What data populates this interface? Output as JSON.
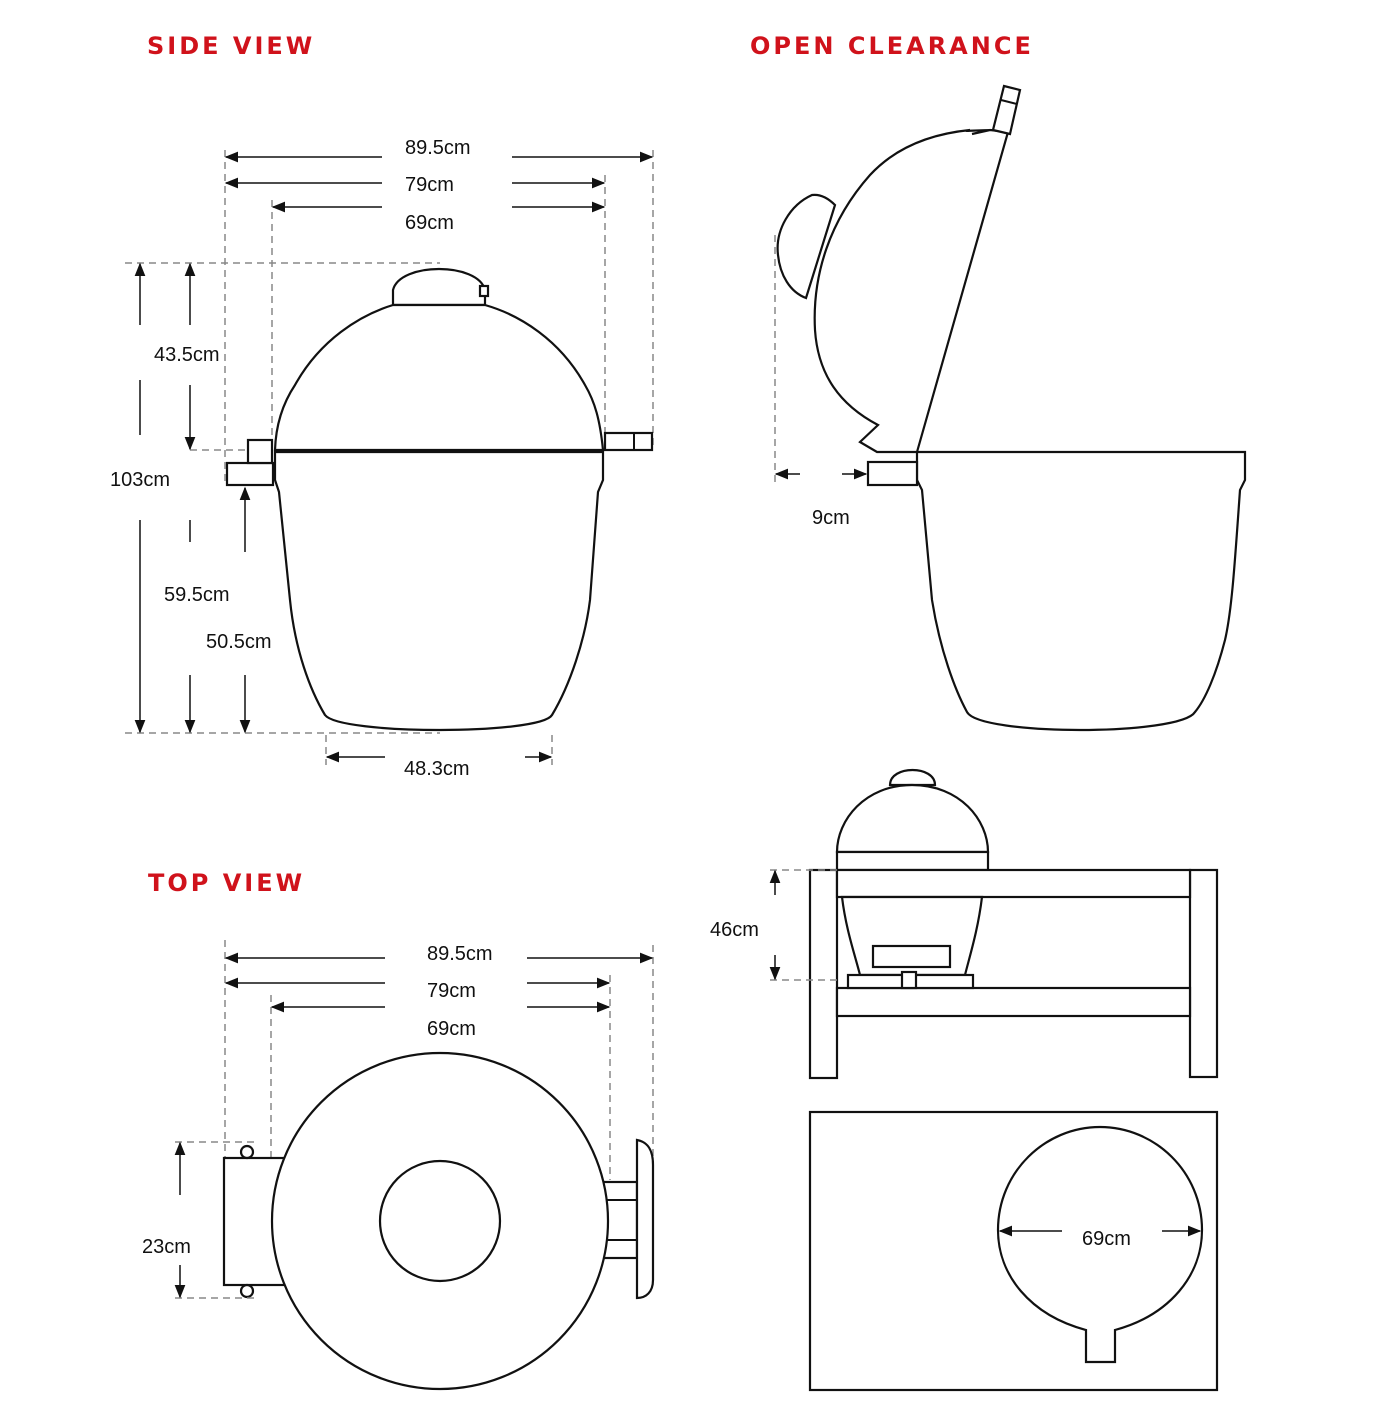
{
  "titles": {
    "side_view": "SIDE VIEW",
    "open_clearance": "OPEN CLEARANCE",
    "top_view": "TOP VIEW"
  },
  "side_view": {
    "width_total": "89.5cm",
    "width_handles": "79cm",
    "width_body": "69cm",
    "lid_height": "43.5cm",
    "total_height": "103cm",
    "base_height": "59.5cm",
    "handle_height": "50.5cm",
    "foot_width": "48.3cm"
  },
  "open_clearance": {
    "clearance": "9cm",
    "table_height": "46cm",
    "cutout_diameter": "69cm"
  },
  "top_view": {
    "width_total": "89.5cm",
    "width_handles": "79cm",
    "width_body": "69cm",
    "handle_depth": "23cm"
  },
  "colors": {
    "title": "#d0121b",
    "line": "#111111",
    "dash": "#888888"
  }
}
